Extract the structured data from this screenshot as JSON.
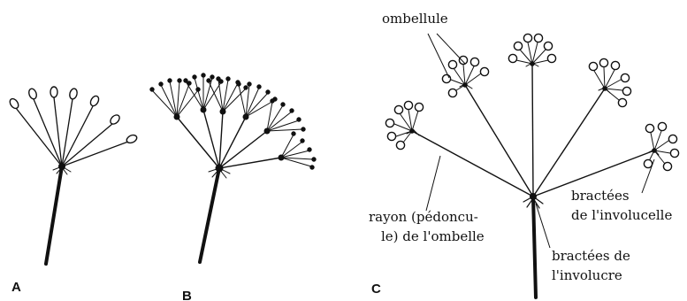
{
  "panels": {
    "a": "A",
    "b": "B",
    "c": "C"
  },
  "labels": {
    "ombellule": "ombellule",
    "rayon_line1": "rayon (pédoncu-",
    "rayon_line2": "le) de l'ombelle",
    "bracteoles_line1": "bractées",
    "bracteoles_line2": "de l'involucelle",
    "bractees_line1": "bractées de",
    "bractees_line2": "l'involucre"
  }
}
